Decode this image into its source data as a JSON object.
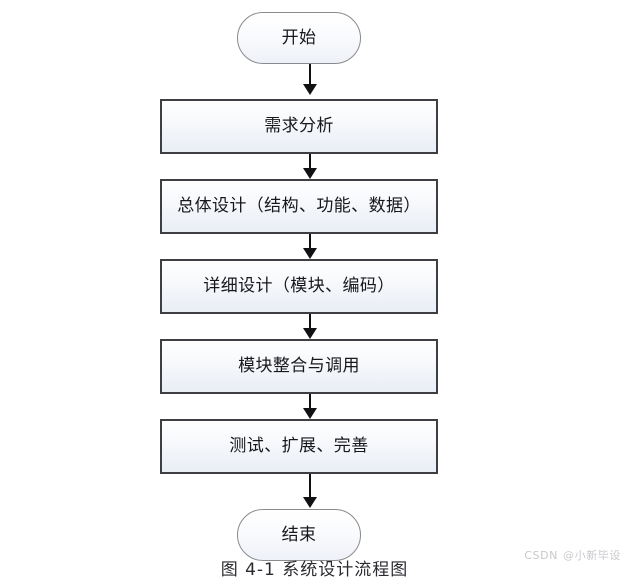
{
  "diagram": {
    "title_caption": "图 4-1 系统设计流程图",
    "nodes": [
      {
        "id": "start",
        "type": "terminal",
        "label": "开始"
      },
      {
        "id": "requirement",
        "type": "process",
        "label": "需求分析"
      },
      {
        "id": "overall",
        "type": "process",
        "label": "总体设计（结构、功能、数据）"
      },
      {
        "id": "detail",
        "type": "process",
        "label": "详细设计（模块、编码）"
      },
      {
        "id": "integration",
        "type": "process",
        "label": "模块整合与调用"
      },
      {
        "id": "testing",
        "type": "process",
        "label": "测试、扩展、完善"
      },
      {
        "id": "end",
        "type": "terminal",
        "label": "结束"
      }
    ],
    "edges": [
      {
        "from": "start",
        "to": "requirement"
      },
      {
        "from": "requirement",
        "to": "overall"
      },
      {
        "from": "overall",
        "to": "detail"
      },
      {
        "from": "detail",
        "to": "integration"
      },
      {
        "from": "integration",
        "to": "testing"
      },
      {
        "from": "testing",
        "to": "end"
      }
    ],
    "style": {
      "node_border": "#3f3f43",
      "terminal_border": "#8a8a8e",
      "node_fill_top": "#ffffff",
      "node_fill_bottom": "#e9edf5",
      "text_color": "#17171c",
      "arrow_color": "#111114",
      "background": "#ffffff"
    }
  },
  "watermark": {
    "brand": "CSDN",
    "author": "@小新毕设"
  }
}
